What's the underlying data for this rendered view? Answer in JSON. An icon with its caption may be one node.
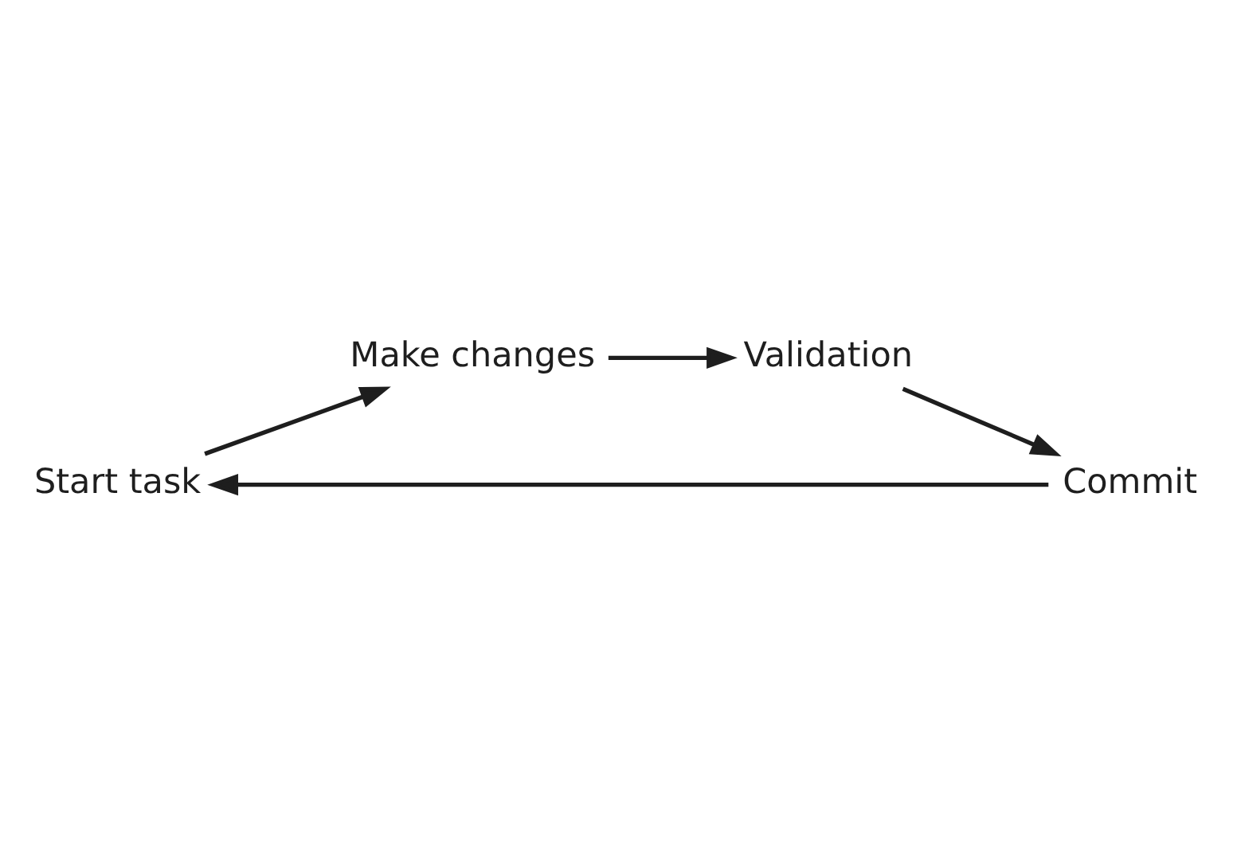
{
  "diagram": {
    "nodes": [
      {
        "text": [
          "Start task"
        ]
      },
      {
        "text": [
          "Make changes"
        ]
      },
      {
        "text": [
          "Validation"
        ]
      },
      {
        "text": [
          "Commit"
        ]
      }
    ],
    "edges": [
      {
        "from": 0,
        "to": 1,
        "arrow": "to"
      },
      {
        "from": 1,
        "to": 2,
        "arrow": "to"
      },
      {
        "from": 2,
        "to": 3,
        "arrow": "to"
      },
      {
        "from": 3,
        "to": 0,
        "arrow": "to"
      }
    ]
  }
}
